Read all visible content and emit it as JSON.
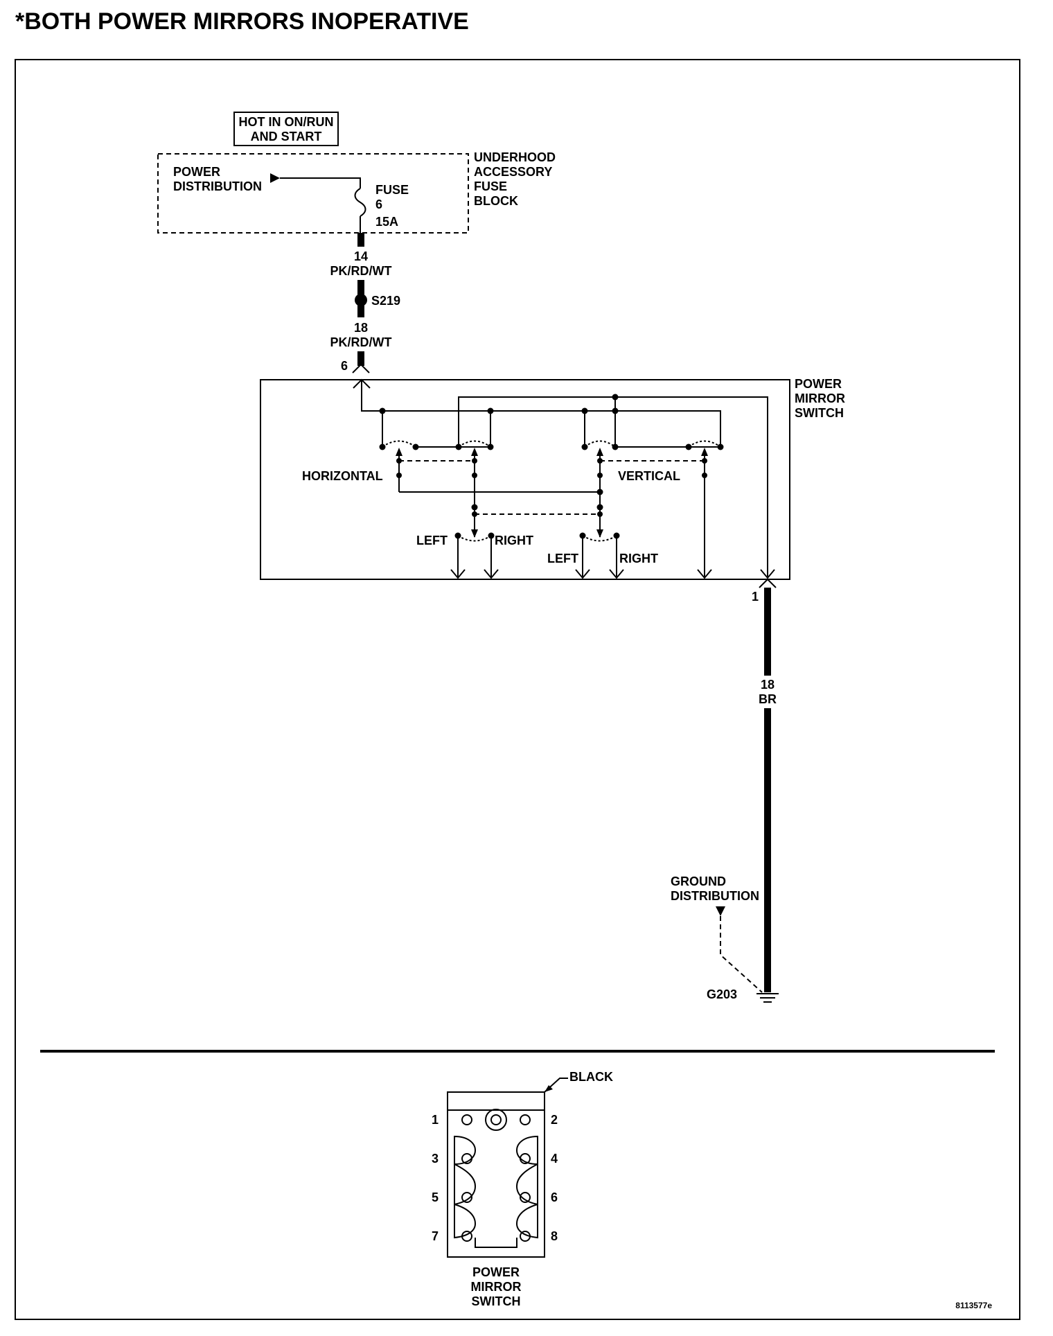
{
  "title": "*BOTH POWER MIRRORS INOPERATIVE",
  "source": {
    "hot_line1": "HOT IN ON/RUN",
    "hot_line2": "AND START",
    "power_dist_line1": "POWER",
    "power_dist_line2": "DISTRIBUTION",
    "fuse_label": "FUSE",
    "fuse_number": "6",
    "fuse_rating": "15A",
    "block_line1": "UNDERHOOD",
    "block_line2": "ACCESSORY",
    "block_line3": "FUSE",
    "block_line4": "BLOCK"
  },
  "wire_upper": {
    "gauge": "14",
    "color": "PK/RD/WT"
  },
  "splice": "S219",
  "wire_lower": {
    "gauge": "18",
    "color": "PK/RD/WT"
  },
  "switch": {
    "pin_in": "6",
    "name_line1": "POWER",
    "name_line2": "MIRROR",
    "name_line3": "SWITCH",
    "horizontal": "HORIZONTAL",
    "vertical": "VERTICAL",
    "left1": "LEFT",
    "right1": "RIGHT",
    "left2": "LEFT",
    "right2": "RIGHT",
    "pin_out": "1"
  },
  "ground_wire": {
    "gauge": "18",
    "color": "BR"
  },
  "ground": {
    "dist_line1": "GROUND",
    "dist_line2": "DISTRIBUTION",
    "id": "G203"
  },
  "connector": {
    "color": "BLACK",
    "pins": [
      "1",
      "2",
      "3",
      "4",
      "5",
      "6",
      "7",
      "8"
    ],
    "name_line1": "POWER",
    "name_line2": "MIRROR",
    "name_line3": "SWITCH"
  },
  "figure_id": "8113577e"
}
